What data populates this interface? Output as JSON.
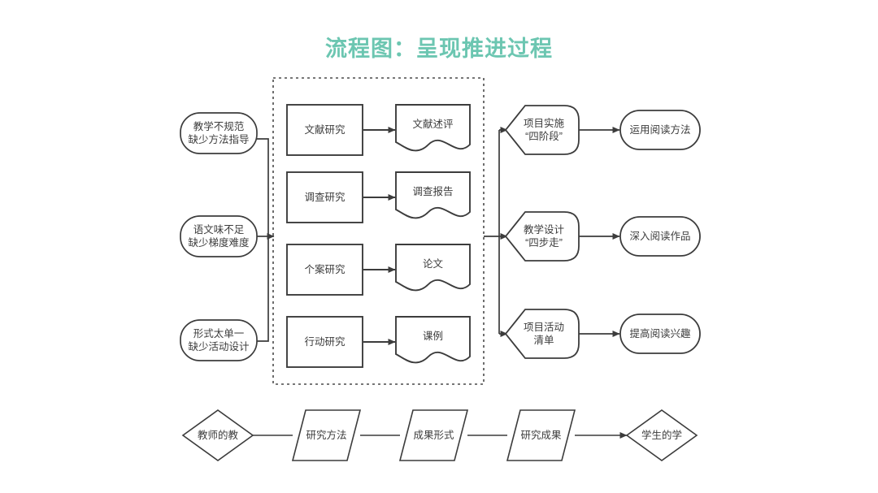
{
  "slide": {
    "title": "流程图：呈现推进过程",
    "title_color": "#6cc6b1",
    "stroke_color": "#3c3c3c",
    "text_color": "#3c3c3c",
    "background": "#ffffff"
  },
  "problems": [
    {
      "id": "p1",
      "line1": "教学不规范",
      "line2": "缺少方法指导",
      "shape": "rounded-rect"
    },
    {
      "id": "p2",
      "line1": "语文味不足",
      "line2": "缺少梯度难度",
      "shape": "rounded-rect"
    },
    {
      "id": "p3",
      "line1": "形式太单一",
      "line2": "缺少活动设计",
      "shape": "rounded-rect"
    }
  ],
  "methods": [
    {
      "id": "m1",
      "label": "文献研究",
      "shape": "rect"
    },
    {
      "id": "m2",
      "label": "调查研究",
      "shape": "rect"
    },
    {
      "id": "m3",
      "label": "个案研究",
      "shape": "rect"
    },
    {
      "id": "m4",
      "label": "行动研究",
      "shape": "rect"
    }
  ],
  "outputs": [
    {
      "id": "o1",
      "label": "文献述评",
      "shape": "document"
    },
    {
      "id": "o2",
      "label": "调查报告",
      "shape": "document"
    },
    {
      "id": "o3",
      "label": "论文",
      "shape": "document"
    },
    {
      "id": "o4",
      "label": "课例",
      "shape": "document"
    }
  ],
  "actions": [
    {
      "id": "a1",
      "line1": "项目实施",
      "line2": "“四阶段”",
      "shape": "card"
    },
    {
      "id": "a2",
      "line1": "教学设计",
      "line2": "“四步走”",
      "shape": "card"
    },
    {
      "id": "a3",
      "line1": "项目活动",
      "line2": "清单",
      "shape": "card"
    }
  ],
  "results": [
    {
      "id": "r1",
      "label": "运用阅读方法",
      "shape": "stadium"
    },
    {
      "id": "r2",
      "label": "深入阅读作品",
      "shape": "stadium"
    },
    {
      "id": "r3",
      "label": "提高阅读兴趣",
      "shape": "stadium"
    }
  ],
  "bottom_flow": [
    {
      "id": "b1",
      "label": "教师的教",
      "shape": "diamond"
    },
    {
      "id": "b2",
      "label": "研究方法",
      "shape": "parallelogram"
    },
    {
      "id": "b3",
      "label": "成果形式",
      "shape": "parallelogram"
    },
    {
      "id": "b4",
      "label": "研究成果",
      "shape": "parallelogram"
    },
    {
      "id": "b5",
      "label": "学生的学",
      "shape": "diamond"
    }
  ],
  "container": {
    "name": "research-methods-group",
    "border_style": "dashed"
  }
}
